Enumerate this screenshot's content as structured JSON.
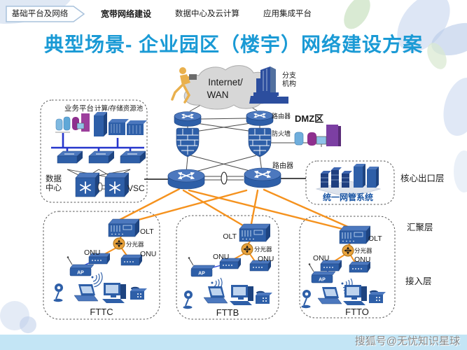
{
  "nav": {
    "back_tab": {
      "label": "基础平台及网络"
    },
    "tabs": [
      {
        "label": "宽带网络建设",
        "active": true
      },
      {
        "label": "数据中心及云计算",
        "active": false
      },
      {
        "label": "应用集成平台",
        "active": false
      }
    ]
  },
  "title": {
    "text": "典型场景- 企业园区（楼宇）网络建设方案"
  },
  "diagram": {
    "cloud": {
      "line1": "Internet/",
      "line2": "WAN"
    },
    "branch": {
      "line1": "分支",
      "line2": "机构"
    },
    "labels": {
      "router_top": "路由器",
      "firewall": "防火墙",
      "dmz": "DMZ区",
      "router_core": "路由器",
      "layer_core": "核心出口层",
      "layer_agg": "汇聚层",
      "layer_access": "接入层"
    },
    "nms": {
      "label": "统一网管系统"
    },
    "datacenter": {
      "business_platform": "业务平台",
      "compute_pool": "计算/存储资源池",
      "name_line1": "数据",
      "name_line2": "中心",
      "vsc": "VSC"
    },
    "access_groups": [
      {
        "name": "FTTC",
        "olt": "OLT",
        "splitter": "分光器",
        "onu_left": "ONU",
        "onu_right": "ONU",
        "ap": "AP"
      },
      {
        "name": "FTTB",
        "olt": "OLT",
        "splitter": "分光器",
        "onu_left": "ONU",
        "onu_right": "ONU",
        "ap": "AP"
      },
      {
        "name": "FTTO",
        "olt": "OLT",
        "splitter": "分光器",
        "onu_left": "ONU",
        "onu_right": "ONU",
        "ap": "AP"
      }
    ]
  },
  "watermark": {
    "text": "搜狐号@无忧知识星球"
  },
  "colors": {
    "title_blue": "#1A9AD5",
    "device_blue": "#2E5FA8",
    "fiber_orange": "#F5921E",
    "nms_text_blue": "#1C57A5",
    "bus_blue": "#2636CC",
    "bottom_bar": "#C3E5F5",
    "splitter_orange": "#E8A23C"
  }
}
